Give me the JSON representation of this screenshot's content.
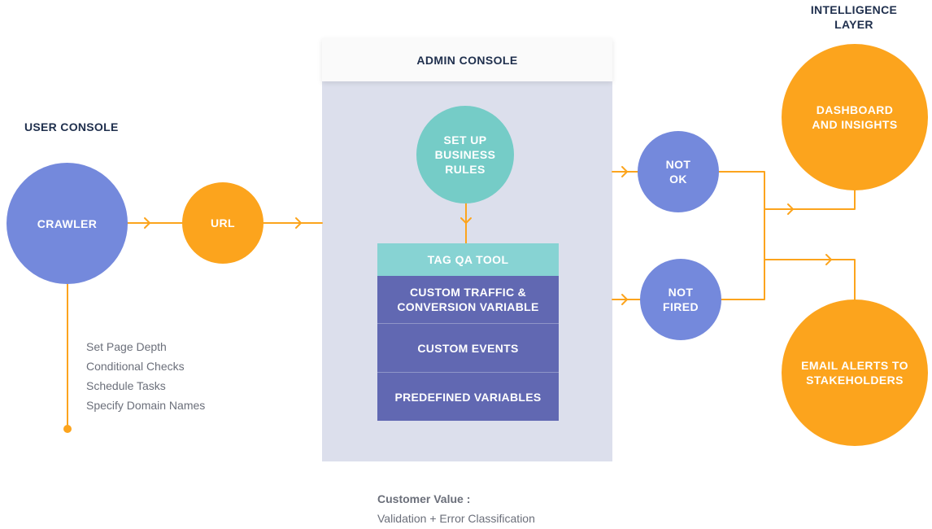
{
  "user_console": {
    "title": "USER CONSOLE",
    "crawler": "CRAWLER",
    "url": "URL",
    "options": [
      "Set Page Depth",
      "Conditional Checks",
      "Schedule Tasks",
      "Specify Domain Names"
    ]
  },
  "admin_console": {
    "title": "ADMIN CONSOLE",
    "business_rules": "SET UP\nBUSINESS\nRULES",
    "tool": {
      "title": "TAG QA TOOL",
      "items": [
        "CUSTOM TRAFFIC &\nCONVERSION VARIABLE",
        "CUSTOM EVENTS",
        "PREDEFINED VARIABLES"
      ]
    }
  },
  "results": {
    "not_ok": "NOT\nOK",
    "not_fired": "NOT\nFIRED"
  },
  "intelligence_layer": {
    "title": "INTELLIGENCE\nLAYER",
    "dashboard": "DASHBOARD\nAND INSIGHTS",
    "email_alerts": "EMAIL ALERTS TO\nSTAKEHOLDERS"
  },
  "customer_value": {
    "title": "Customer Value :",
    "text": "Validation + Error Classification"
  },
  "colors": {
    "blue_node": "#7489dc",
    "orange_node": "#fca41d",
    "teal_node": "#75ccc7",
    "tool_item": "#6168b2",
    "tool_title": "#87d3d3",
    "connector": "#fca41d",
    "admin_panel": "#dcdfec"
  }
}
